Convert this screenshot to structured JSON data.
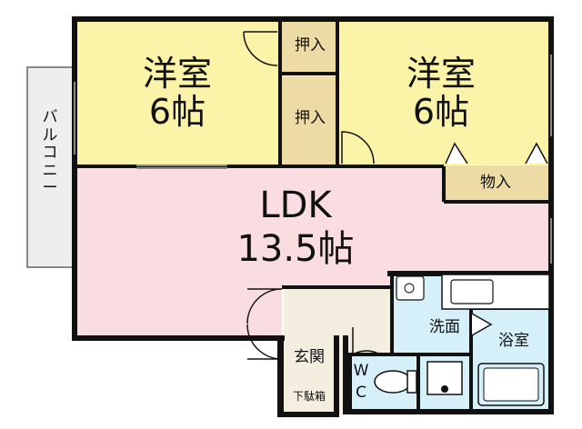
{
  "rooms": {
    "western_room_left": {
      "name": "洋室",
      "size": "6帖"
    },
    "western_room_right": {
      "name": "洋室",
      "size": "6帖"
    },
    "ldk": {
      "name": "LDK",
      "size": "13.5帖"
    }
  },
  "labels": {
    "closet_upper": "押入",
    "closet_lower": "押入",
    "storage": "物入",
    "balcony": "バルコニー",
    "washroom": "洗面",
    "bathroom": "浴室",
    "entrance": "玄関",
    "shoe_box": "下駄箱",
    "wc_w": "W",
    "wc_c": "C"
  },
  "colors": {
    "western_room": "#fbf3a8",
    "ldk": "#f9dde0",
    "closet": "#ecdba4",
    "entrance": "#f3eedf",
    "wet_area": "#d6f0fa",
    "wall": "#111111",
    "balcony": "#eeeeee"
  }
}
